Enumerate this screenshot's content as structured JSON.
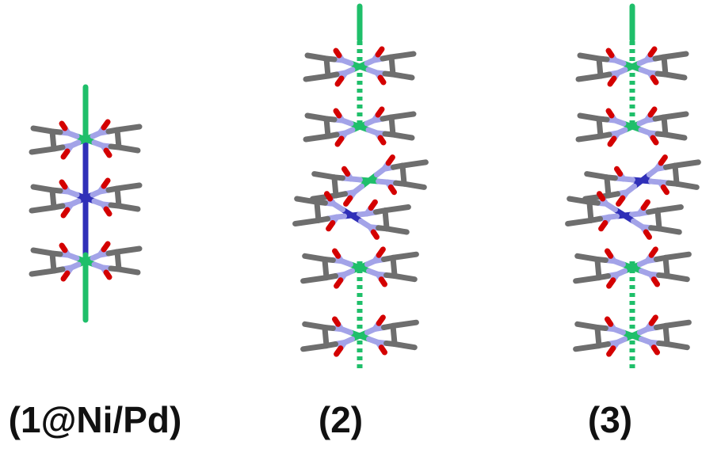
{
  "panels": [
    {
      "label": "(1@Ni/Pd)"
    },
    {
      "label": "(2)"
    },
    {
      "label": "(3)"
    }
  ],
  "colors": {
    "carbon": "#6e6e6e",
    "nitrogen": "#a3a3e8",
    "oxygen": "#d40000",
    "nickel": "#1fbf6a",
    "palladium": "#3030b8"
  }
}
